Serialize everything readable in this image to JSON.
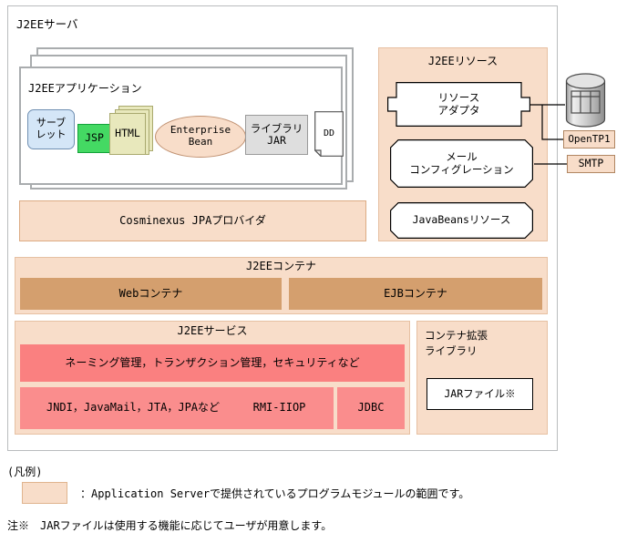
{
  "diagram": {
    "server": {
      "title": "J2EEサーバ"
    },
    "application": {
      "title": "J2EEアプリケーション",
      "stack_count": 3,
      "components": [
        {
          "name": "servlet",
          "label": "サーブ\nレット",
          "shape": "rounded-rect",
          "color": "#d4e6f7"
        },
        {
          "name": "jsp",
          "label": "JSP",
          "shape": "rect",
          "color": "#44d963"
        },
        {
          "name": "html",
          "label": "HTML",
          "shape": "page-stack",
          "color": "#e8e8bc"
        },
        {
          "name": "enterprise-bean",
          "label": "Enterprise\nBean",
          "shape": "ellipse",
          "color": "#f8ddc9"
        },
        {
          "name": "library-jar",
          "label": "ライブラリ\nJAR",
          "shape": "rect",
          "color": "#dedede"
        },
        {
          "name": "dd",
          "label": "DD",
          "shape": "document",
          "color": "#ffffff"
        }
      ]
    },
    "jpa_provider": {
      "label": "Cosminexus JPAプロバイダ"
    },
    "resources": {
      "title": "J2EEリソース",
      "items": [
        {
          "name": "resource-adapter",
          "label": "リソース\nアダプタ",
          "shape": "notched-hex"
        },
        {
          "name": "mail-configuration",
          "label": "メール\nコンフィグレーション",
          "shape": "octagon"
        },
        {
          "name": "javabeans-resource",
          "label": "JavaBeansリソース",
          "shape": "octagon"
        }
      ]
    },
    "external": [
      {
        "name": "database",
        "label": "",
        "shape": "cylinder"
      },
      {
        "name": "opentp1",
        "label": "OpenTP1",
        "shape": "rect"
      },
      {
        "name": "smtp",
        "label": "SMTP",
        "shape": "rect"
      }
    ],
    "container": {
      "title": "J2EEコンテナ",
      "items": [
        {
          "name": "web-container",
          "label": "Webコンテナ"
        },
        {
          "name": "ejb-container",
          "label": "EJBコンテナ"
        }
      ]
    },
    "services": {
      "title": "J2EEサービス",
      "wide": "ネーミング管理，トランザクション管理，セキュリティなど",
      "items": [
        {
          "name": "jndi-javamail-jta-jpa",
          "label": "JNDI，JavaMail，JTA，JPAなど"
        },
        {
          "name": "rmi-iiop",
          "label": "RMI-IIOP"
        },
        {
          "name": "jdbc",
          "label": "JDBC"
        }
      ]
    },
    "container_extension_library": {
      "title": "コンテナ拡張\nライブラリ",
      "jar": "JARファイル※"
    },
    "legend": {
      "heading": "(凡例)",
      "swatch_text": "：Application Serverで提供されているプログラムモジュールの範囲です。",
      "note": "注※　JARファイルは使用する機能に応じてユーザが用意します。"
    },
    "colors": {
      "module_peach": "#f8ddc9",
      "container_tan": "#d49f6e",
      "service_red": "#fa8080",
      "service_pink": "#fa8d8d",
      "servlet_blue": "#d4e6f7",
      "jsp_green": "#44d963",
      "html_yellow": "#e8e8bc",
      "jar_gray": "#dedede"
    }
  }
}
